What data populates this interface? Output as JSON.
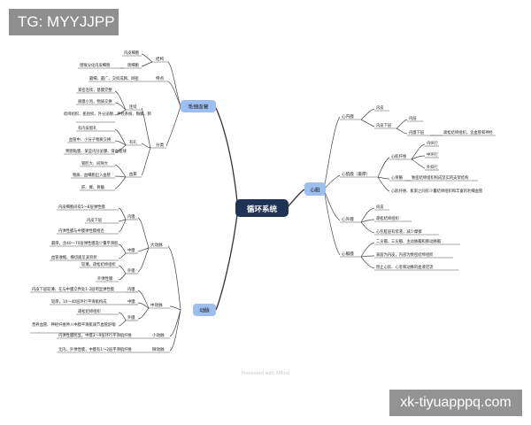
{
  "watermark": {
    "top_left": "TG: MYYJJPP",
    "bottom_right": "xk-tiyuapppq.com"
  },
  "credit": "Presented with XMind",
  "center": "循环系统",
  "branches": {
    "heart": "心脏",
    "vessels": "毛细血管",
    "arteries": "动脉"
  },
  "heart": {
    "cat1": "心内膜",
    "cat1_items": [
      "内皮",
      "内皮下层"
    ],
    "cat1_sub": [
      "内层",
      "内膜下层"
    ],
    "cat1_leaf": "疏松结缔组织，含血管和神经",
    "cat2": "心肌膜（最厚）",
    "cat2_items": [
      "心肌纤维",
      "心骨骼",
      "心肌纤维、肌束之间有少量结缔组织和丰富的毛细血管"
    ],
    "cat2_fibers": [
      "内纵行",
      "中环行",
      "外斜行"
    ],
    "cat2_skeleton": "致密结缔组织构成坚实的支架结构",
    "cat3": "心外膜",
    "cat3_items": [
      "间皮",
      "疏松结缔组织",
      "心包脏层有浆液，减少摩擦"
    ],
    "cat4": "心瓣膜",
    "cat4_items": [
      "二尖瓣、三尖瓣、主动脉瓣和肺动脉瓣",
      "表面为内皮，内部为致密结缔组织",
      "阻止心房、心室和动脉的血液逆流"
    ]
  },
  "vessels": {
    "structure": "结构",
    "structure_items": [
      "内皮细胞",
      "周细胞"
    ],
    "structure_note": "增殖分化内皮细胞",
    "features": "特点",
    "features_note": "最细、最广、交织成网、网密",
    "types": "分类",
    "continuous": "连续",
    "continuous_items": [
      "紧密连续，基膜完整",
      "质膜小泡，物质交换",
      "结缔组织、肌组织、外分泌腺、神经系统、胸腺、肺"
    ],
    "fenestrated": "有孔",
    "fenestrated_items": [
      "有内皮窗孔",
      "血管中、小分子物质交换",
      "胃肠黏膜、某些内分泌腺、肾血管球"
    ],
    "sinusoid": "血窦",
    "sinusoid_items": [
      "管腔大、间隙大",
      "物质、血细胞出入血管",
      "肝、脾、骨髓"
    ]
  },
  "arteries": {
    "large": "大动脉",
    "large_intima": "内膜",
    "large_intima_items": [
      "内皮细胞间有5～8层弹性膜",
      "内皮下层",
      "内弹性膜与中膜弹性膜相连"
    ],
    "large_media": "中膜",
    "large_media_items": [
      "最厚，含40～70层弹性膜及少量平滑肌",
      "血管收缩、横切面呈波浪状"
    ],
    "large_adventitia": "外膜",
    "large_adventitia_items": [
      "较薄，疏松结缔组织",
      "外弹性膜"
    ],
    "medium": "中动脉",
    "medium_intima": "内膜",
    "medium_intima_note": "内皮下层较薄，在与中膜交界处1-2层明显弹性膜",
    "medium_media": "中膜",
    "medium_media_note": "较厚，10～40层环行平滑肌构成",
    "medium_adventitia": "外膜",
    "medium_adventitia_items": [
      "疏松结缔组织",
      "营养血管、神经纤维伸入中膜平滑肌调节血管舒缩"
    ],
    "small": "小动脉",
    "small_note": "内弹性膜明显，中膜3～9层环行平滑肌纤维",
    "micro": "微动脉",
    "micro_note": "无内、外弹性膜，中膜有1～2层平滑肌纤维"
  }
}
